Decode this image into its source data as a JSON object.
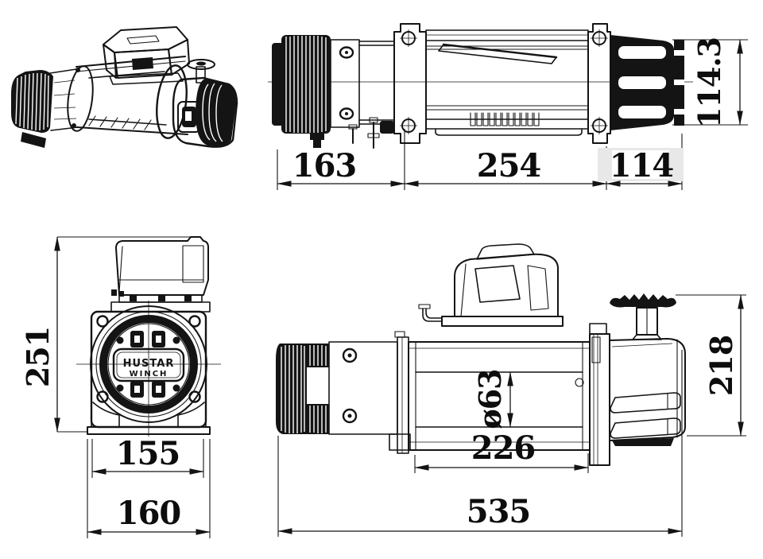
{
  "brand": {
    "line1": "HUSTAR",
    "line2": "WINCH"
  },
  "dims": {
    "top_motor_length": "163",
    "top_drum_section_length": "254",
    "top_gearbox_length": "114",
    "top_gearbox_height": "114.3",
    "front_overall_height": "251",
    "front_body_width": "155",
    "front_base_width": "160",
    "side_drum_diameter": "ø63",
    "side_drum_barrel_length": "226",
    "side_overall_length": "535",
    "side_overall_height": "218"
  },
  "colors": {
    "ink": "#141414",
    "highlight": "#e8e8e8",
    "shade": "#d9d9d9",
    "shade_light": "#ededed"
  }
}
